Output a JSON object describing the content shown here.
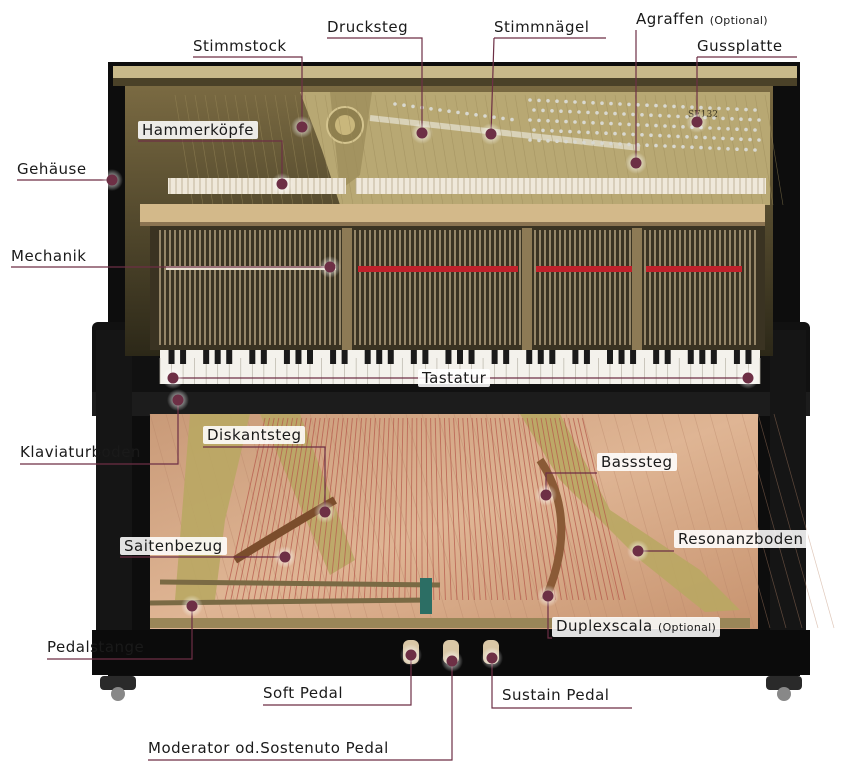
{
  "colors": {
    "marker": "#6d2f45",
    "leader": "#6d2f45",
    "cabinet": "#0d0d0d",
    "wood": "#d8ad86",
    "brass": "#c9b77c",
    "felt_red": "#c0212b"
  },
  "labels": {
    "stimmstock": "Stimmstock",
    "drucksteg": "Drucksteg",
    "stimmnaegel": "Stimmnägel",
    "agraffen": "Agraffen",
    "agraffen_opt": "(Optional)",
    "gussplatte": "Gussplatte",
    "hammerkoepfe": "Hammerköpfe",
    "gehaeuse": "Gehäuse",
    "mechanik": "Mechanik",
    "tastatur": "Tastatur",
    "klaviaturboden": "Klaviaturboden",
    "diskantsteg": "Diskantsteg",
    "basssteg": "Basssteg",
    "saitenbezug": "Saitenbezug",
    "resonanzboden": "Resonanzboden",
    "duplexscala": "Duplexscala",
    "duplexscala_opt": "(Optional)",
    "pedalstange": "Pedalstange",
    "soft_pedal": "Soft Pedal",
    "sustain_pedal": "Sustain Pedal",
    "moderator": "Moderator od.Sostenuto Pedal"
  },
  "piano": {
    "model_badge": "SE132"
  }
}
